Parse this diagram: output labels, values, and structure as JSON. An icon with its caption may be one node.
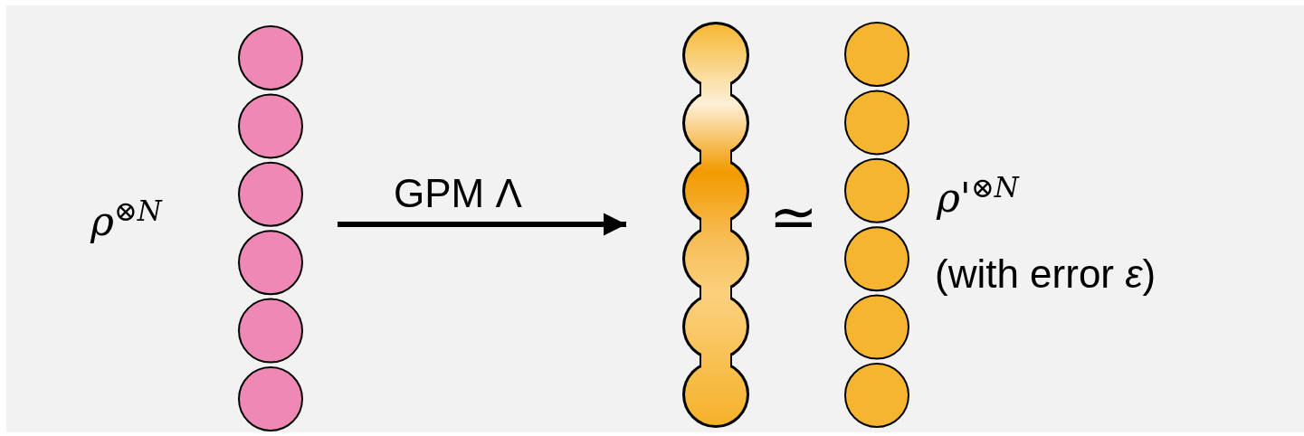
{
  "diagram": {
    "nodes": [
      {
        "text": [],
        "shape": "circle",
        "beside": [
          "ρ$^{⊗N}$"
        ]
      },
      {
        "text": [],
        "shape": "chain"
      },
      {
        "text": [],
        "shape": "circle",
        "beside": [
          "ρ'$^{⊗N}$",
          "(with error *ε*)"
        ]
      }
    ],
    "edges": [
      {
        "from": 0,
        "to": 1,
        "arrow": "to",
        "label": "GPM Λ"
      }
    ],
    "labels": [
      "≃"
    ]
  }
}
